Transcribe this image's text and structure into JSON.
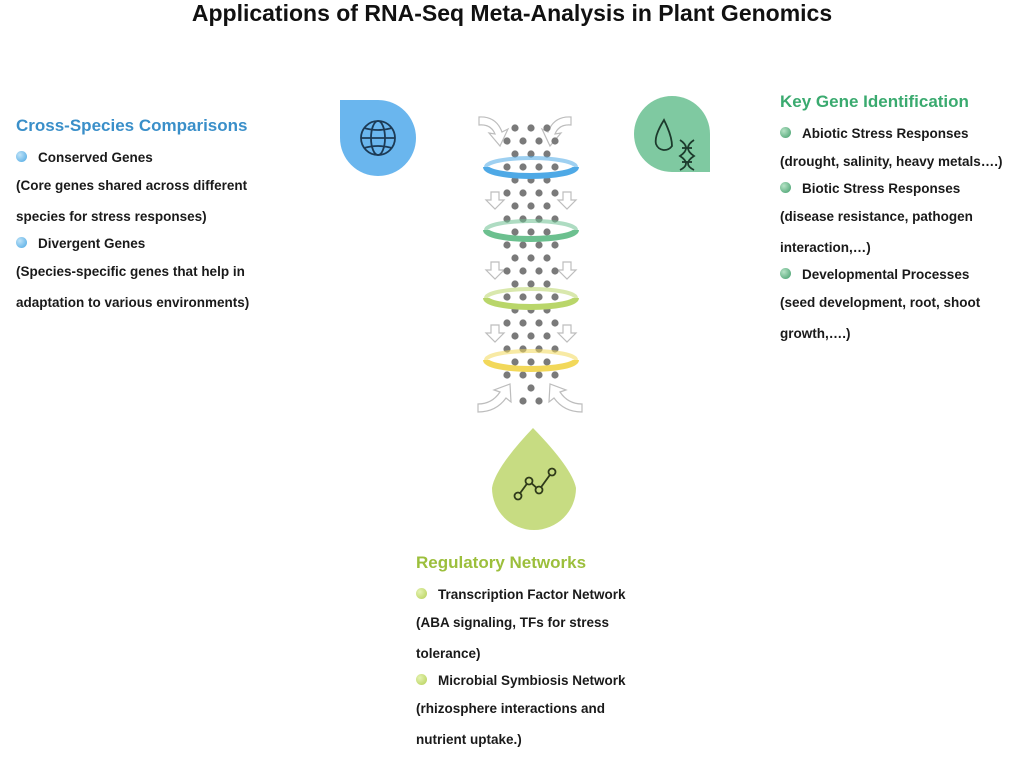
{
  "title": "Applications of RNA-Seq Meta-Analysis in Plant Genomics",
  "left": {
    "heading": "Cross-Species Comparisons",
    "items": [
      {
        "label": "Conserved Genes",
        "desc_lines": [
          "(Core genes shared across different",
          "species for stress responses)"
        ]
      },
      {
        "label": "Divergent Genes",
        "desc_lines": [
          "(Species-specific genes that help in",
          "adaptation to various environments)"
        ]
      }
    ]
  },
  "right": {
    "heading": "Key Gene Identification",
    "items": [
      {
        "label": "Abiotic Stress Responses",
        "desc_lines": [
          "(drought, salinity, heavy metals….)"
        ]
      },
      {
        "label": "Biotic Stress Responses",
        "desc_lines": [
          "(disease resistance, pathogen",
          "interaction,…)"
        ]
      },
      {
        "label": "Developmental Processes",
        "desc_lines": [
          " (seed development, root, shoot",
          "growth,….)"
        ]
      }
    ]
  },
  "bottom": {
    "heading": "Regulatory Networks",
    "items": [
      {
        "label": "Transcription Factor Network",
        "desc_lines": [
          "(ABA signaling, TFs for stress",
          "tolerance)"
        ]
      },
      {
        "label": "Microbial Symbiosis Network",
        "desc_lines": [
          "(rhizosphere interactions and",
          "nutrient uptake.)"
        ]
      }
    ]
  },
  "icons": {
    "left_drop": {
      "icon": "globe-icon",
      "color": "#6ab6ee"
    },
    "right_drop": {
      "icon": "water-dna-icon",
      "color": "#7fc9a1"
    },
    "bottom_drop": {
      "icon": "network-graph-icon",
      "color": "#c7dc82"
    }
  },
  "rings": [
    "#4ea9e6",
    "#6cc08f",
    "#b9d66a",
    "#f2d85a"
  ]
}
